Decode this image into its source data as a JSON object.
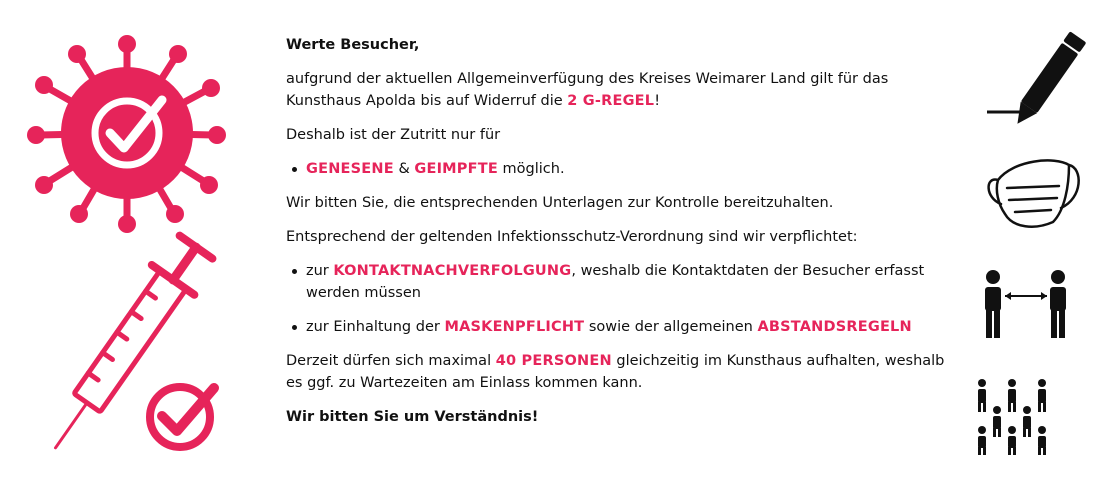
{
  "colors": {
    "accent": "#e6245a",
    "text": "#111111",
    "background": "#ffffff"
  },
  "icons": {
    "left": [
      "virus-check-icon",
      "syringe-icon",
      "checkmark-circle-icon"
    ],
    "right": [
      "pen-icon",
      "face-mask-icon",
      "distance-people-icon",
      "crowd-icon"
    ]
  },
  "notice": {
    "greeting": "Werte Besucher,",
    "intro_prefix": "aufgrund der aktuellen Allgemeinverfügung des Kreises Weimarer Land gilt für das Kunsthaus Apolda bis auf Widerruf die ",
    "intro_rule": "2 G-REGEL",
    "intro_suffix": "!",
    "access": "Deshalb ist der Zutritt nur für",
    "bullet1_a": "GENESENE",
    "bullet1_and": " & ",
    "bullet1_b": "GEIMPFTE",
    "bullet1_suffix": " möglich.",
    "documents": "Wir bitten Sie, die entsprechenden Unterlagen zur Kontrolle bereitzuhalten.",
    "obligation": "Entsprechend der geltenden Infektionsschutz-Verordnung sind wir verpflichtet:",
    "bullet2_prefix": "zur ",
    "bullet2_em": "KONTAKTNACHVERFOLGUNG",
    "bullet2_suffix": ", weshalb die Kontaktdaten der Besucher erfasst werden müssen",
    "bullet3_prefix": "zur Einhaltung der ",
    "bullet3_em1": "MASKENPFLICHT",
    "bullet3_mid": " sowie der allgemeinen ",
    "bullet3_em2": "ABSTANDSREGELN",
    "capacity_prefix": "Derzeit dürfen sich maximal ",
    "capacity_em": "40 PERSONEN",
    "capacity_suffix": " gleichzeitig im Kunsthaus aufhalten, weshalb es ggf. zu Wartezeiten am Einlass kommen kann.",
    "closing": "Wir bitten Sie um Verständnis!"
  }
}
